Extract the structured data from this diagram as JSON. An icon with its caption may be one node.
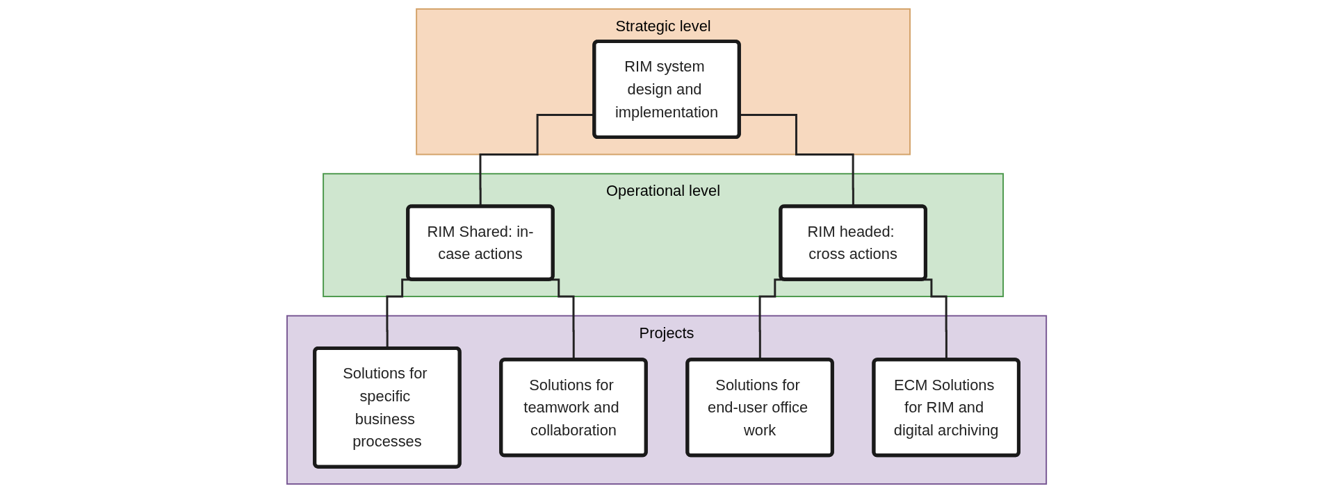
{
  "diagram": {
    "nodes": [
      {
        "text": [
          "Strategic level"
        ]
      },
      {
        "text": [
          "RIM system design and implementation"
        ],
        "in": 0
      },
      {
        "text": [
          "Operational level"
        ]
      },
      {
        "text": [
          "RIM Shared: in-case actions"
        ],
        "in": 2
      },
      {
        "text": [
          "RIM headed: cross actions"
        ],
        "in": 2
      },
      {
        "text": [
          "Projects"
        ]
      },
      {
        "text": [
          "Solutions for specific business processes"
        ],
        "in": 5
      },
      {
        "text": [
          "Solutions for teamwork and collaboration"
        ],
        "in": 5
      },
      {
        "text": [
          "Solutions for end-user office work"
        ],
        "in": 5
      },
      {
        "text": [
          "ECM Solutions for RIM and digital archiving"
        ],
        "in": 5
      }
    ],
    "edges": [
      {
        "from": 1,
        "to": 3,
        "arrow": "none"
      },
      {
        "from": 1,
        "to": 4,
        "arrow": "none"
      },
      {
        "from": 3,
        "to": 6,
        "arrow": "none"
      },
      {
        "from": 3,
        "to": 7,
        "arrow": "none"
      },
      {
        "from": 4,
        "to": 8,
        "arrow": "none"
      },
      {
        "from": 4,
        "to": 9,
        "arrow": "none"
      }
    ]
  }
}
